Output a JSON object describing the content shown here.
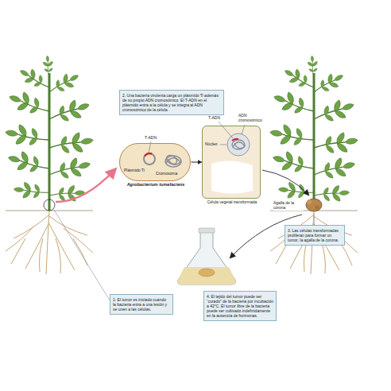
{
  "diagram": {
    "nodes": [
      {
        "text": [
          "2. Una bacteria virulenta carga un plásmido Ti además de su propio ADN cromosómico. El T-ADN en el plásmido entra a la célula y se integra al ADN cromosómico de la célula."
        ]
      },
      {
        "text": [
          "Agrobacterium tumefaciens"
        ]
      },
      {
        "text": [
          "Célula vegetal transformada"
        ]
      },
      {
        "text": [
          "3. Las células transformadas proliferan para formar un tumor, la agalla de la corona."
        ]
      },
      {
        "text": [
          "1. El tumor es iniciado cuando la bacteria entra a una lesión y se unen a las células."
        ]
      },
      {
        "text": [
          "4. El tejido del tumor puede ser “curado” de la bacteria por incubación a 42°C. El tumor libre de la bacteria puede ser cultivado indefinidamente en la ausencia de hormonas."
        ]
      }
    ],
    "edges": [
      {
        "from": 1,
        "to": 2,
        "arrow": "to"
      }
    ],
    "labels": [
      "T-ADN",
      "Plásmido Ti",
      "Cromosoma",
      "T-ADN",
      "ADN cromosómico",
      "Núcleo",
      "Agalla de la corona"
    ]
  }
}
